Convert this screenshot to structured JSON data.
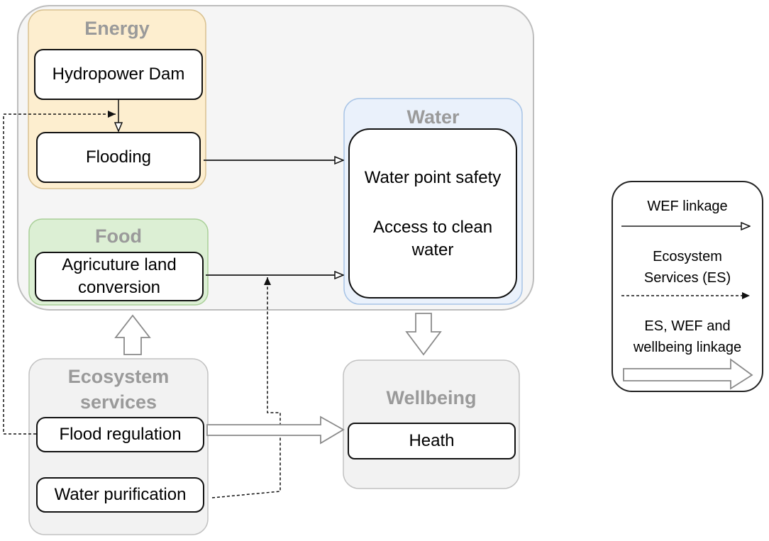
{
  "groups": {
    "energy": {
      "title": "Energy",
      "color": "#fdeecf"
    },
    "food": {
      "title": "Food",
      "color": "#dcefd4"
    },
    "water": {
      "title": "Water",
      "color": "#eaf1fb"
    },
    "ecosystem": {
      "title_line1": "Ecosystem",
      "title_line2": "services",
      "color": "#f2f2f2"
    },
    "wellbeing": {
      "title": "Wellbeing",
      "color": "#f2f2f2"
    }
  },
  "nodes": {
    "hydropower": "Hydropower Dam",
    "flooding": "Flooding",
    "agriculture_line1": "Agricuture land",
    "agriculture_line2": "conversion",
    "water_safety": "Water point safety",
    "water_access_line1": "Access to clean",
    "water_access_line2": "water",
    "flood_regulation": "Flood regulation",
    "water_purification": "Water purification",
    "health": "Heath"
  },
  "legend": {
    "wef": "WEF linkage",
    "es_line1": "Ecosystem",
    "es_line2": "Services (ES)",
    "combined_line1": "ES, WEF and",
    "combined_line2": "wellbeing linkage"
  }
}
